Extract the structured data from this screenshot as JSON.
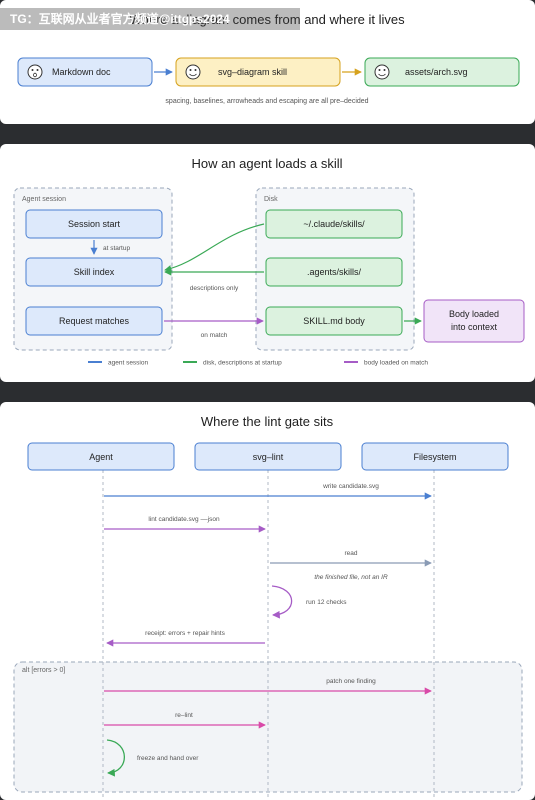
{
  "watermark": "TG：互联网从业者官方频道@ittgps2024",
  "panel1": {
    "title": "Where a diagram comes from and where it lives",
    "nodes": [
      "Markdown doc",
      "svg–diagram skill",
      "assets/arch.svg"
    ],
    "caption": "spacing, baselines, arrowheads and escaping are all pre–decided"
  },
  "panel2": {
    "title": "How an agent loads a skill",
    "group_session": "Agent session",
    "group_disk": "Disk",
    "nodes": {
      "session_start": "Session start",
      "skill_index": "Skill index",
      "request_matches": "Request matches",
      "claude_skills": "~/.claude/skills/",
      "agents_skills": ".agents/skills/",
      "skill_md_body": "SKILL.md body",
      "body_loaded": "Body loaded into context"
    },
    "edge_labels": {
      "at_startup": "at startup",
      "descriptions_only": "descriptions only",
      "on_match": "on match"
    },
    "legend": [
      {
        "label": "agent session",
        "color": "#4a7fd1"
      },
      {
        "label": "disk, descriptions at startup",
        "color": "#3aa956"
      },
      {
        "label": "body loaded on match",
        "color": "#a65cc6"
      }
    ]
  },
  "panel3": {
    "title": "Where the lint gate sits",
    "lanes": [
      "Agent",
      "svg–lint",
      "Filesystem"
    ],
    "messages": [
      "write candidate.svg",
      "lint candidate.svg ––json",
      "read",
      "the finished file, not an IR",
      "run 12 checks",
      "receipt: errors + repair hints",
      "patch one finding",
      "re–lint",
      "freeze and hand over"
    ],
    "alt_label": "alt [errors > 0]"
  },
  "colors": {
    "blue": "#4a7fd1",
    "green": "#3aa956",
    "purple": "#a65cc6",
    "pink": "#d94aa8",
    "gray": "#8a9bb5"
  }
}
